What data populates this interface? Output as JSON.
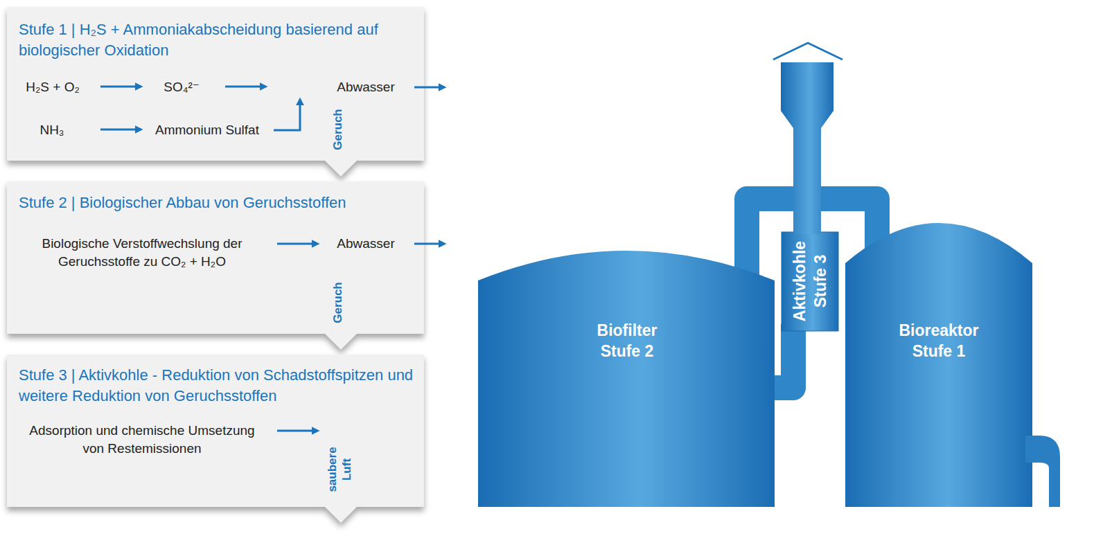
{
  "diagram": {
    "nodes": [
      {
        "text": [
          "Stufe 1 | H₂S + Ammoniakabscheidung basierend auf biologischer Oxidation",
          "H₂S + O₂",
          "SO₄²⁻",
          "Abwasser",
          "NH₃",
          "Ammonium Sulfat",
          "Geruch"
        ]
      },
      {
        "text": [
          "Stufe 2 | Biologischer Abbau von Geruchsstoffen",
          "Biologische Verstoffwechslung der Geruchsstoffe zu CO₂ + H₂O",
          "Abwasser",
          "Geruch"
        ]
      },
      {
        "text": [
          "Stufe 3 | Aktivkohle - Reduktion von Schadstoffspitzen und weitere Reduktion von Geruchsstoffen",
          "Adsorption und chemische Umsetzung von Restemissionen",
          "saubere Luft"
        ]
      },
      {
        "text": [
          "Biofilter Stufe 2"
        ]
      },
      {
        "text": [
          "Aktivkohle Stufe 3"
        ]
      },
      {
        "text": [
          "Bioreaktor Stufe 1"
        ]
      }
    ],
    "edges": [
      {
        "from": 5,
        "to": 3,
        "arrow": "none"
      },
      {
        "from": 3,
        "to": 4,
        "arrow": "none"
      }
    ]
  }
}
